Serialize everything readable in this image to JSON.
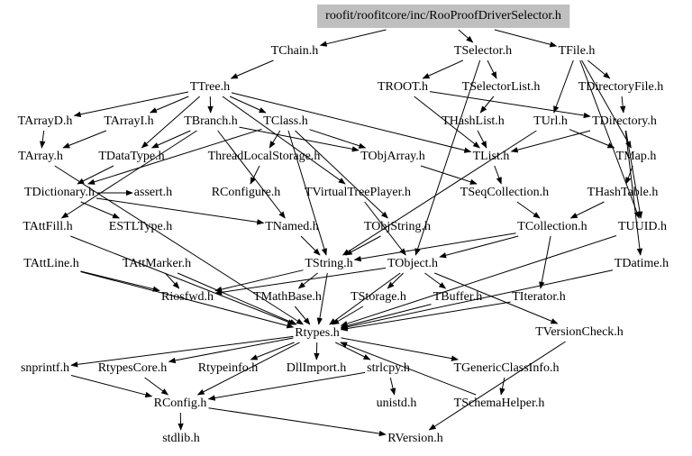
{
  "diagram": {
    "root": "roofit/roofitcore/inc/RooProofDriverSelector.h",
    "colors": {
      "root_fill": "#bfbfbf",
      "edge": "#000000",
      "background": "#ffffff"
    },
    "nodes": {
      "root": "roofit/roofitcore/inc/RooProofDriverSelector.h",
      "TChain": "TChain.h",
      "TSelector": "TSelector.h",
      "TFile": "TFile.h",
      "TTree": "TTree.h",
      "TROOT": "TROOT.h",
      "TSelectorList": "TSelectorList.h",
      "TDirectoryFile": "TDirectoryFile.h",
      "TArrayD": "TArrayD.h",
      "TArrayI": "TArrayI.h",
      "TBranch": "TBranch.h",
      "TClass": "TClass.h",
      "THashList": "THashList.h",
      "TUrl": "TUrl.h",
      "TDirectory": "TDirectory.h",
      "TArray": "TArray.h",
      "TDataType": "TDataType.h",
      "ThreadLocalStorage": "ThreadLocalStorage.h",
      "TObjArray": "TObjArray.h",
      "TList": "TList.h",
      "TMap": "TMap.h",
      "TDictionary": "TDictionary.h",
      "assert": "assert.h",
      "RConfigure": "RConfigure.h",
      "TVirtualTreePlayer": "TVirtualTreePlayer.h",
      "TSeqCollection": "TSeqCollection.h",
      "THashTable": "THashTable.h",
      "TAttFill": "TAttFill.h",
      "ESTLType": "ESTLType.h",
      "TNamed": "TNamed.h",
      "TObjString": "TObjString.h",
      "TCollection": "TCollection.h",
      "TUUID": "TUUID.h",
      "TAttLine": "TAttLine.h",
      "TAttMarker": "TAttMarker.h",
      "TString": "TString.h",
      "TObject": "TObject.h",
      "TDatime": "TDatime.h",
      "Riosfwd": "Riosfwd.h",
      "TMathBase": "TMathBase.h",
      "TStorage": "TStorage.h",
      "TBuffer": "TBuffer.h",
      "TIterator": "TIterator.h",
      "Rtypes": "Rtypes.h",
      "TVersionCheck": "TVersionCheck.h",
      "snprintf": "snprintf.h",
      "RtypesCore": "RtypesCore.h",
      "Rtypeinfo": "Rtypeinfo.h",
      "DllImport": "DllImport.h",
      "strlcpy": "strlcpy.h",
      "TGenericClassInfo": "TGenericClassInfo.h",
      "RConfig": "RConfig.h",
      "unistd": "unistd.h",
      "TSchemaHelper": "TSchemaHelper.h",
      "stdlib": "stdlib.h",
      "RVersion": "RVersion.h"
    },
    "edges": [
      [
        "root",
        "TChain"
      ],
      [
        "root",
        "TSelector"
      ],
      [
        "root",
        "TFile"
      ],
      [
        "TChain",
        "TTree"
      ],
      [
        "TSelector",
        "TROOT"
      ],
      [
        "TSelector",
        "TSelectorList"
      ],
      [
        "TSelector",
        "TObject"
      ],
      [
        "TFile",
        "TDirectoryFile"
      ],
      [
        "TFile",
        "TUrl"
      ],
      [
        "TFile",
        "TMap"
      ],
      [
        "TFile",
        "TUUID"
      ],
      [
        "TTree",
        "TArrayD"
      ],
      [
        "TTree",
        "TArrayI"
      ],
      [
        "TTree",
        "TBranch"
      ],
      [
        "TTree",
        "TClass"
      ],
      [
        "TTree",
        "TList"
      ],
      [
        "TTree",
        "TVirtualTreePlayer"
      ],
      [
        "TTree",
        "TDataType"
      ],
      [
        "TROOT",
        "TDirectory"
      ],
      [
        "TROOT",
        "TList"
      ],
      [
        "TSelectorList",
        "THashList"
      ],
      [
        "TDirectoryFile",
        "TDirectory"
      ],
      [
        "TArrayD",
        "TArray"
      ],
      [
        "TArrayI",
        "TArray"
      ],
      [
        "TBranch",
        "TNamed"
      ],
      [
        "TBranch",
        "TObjArray"
      ],
      [
        "TBranch",
        "TAttFill"
      ],
      [
        "TBranch",
        "TDataType"
      ],
      [
        "TClass",
        "TObjArray"
      ],
      [
        "TClass",
        "TDictionary"
      ],
      [
        "TClass",
        "ThreadLocalStorage"
      ],
      [
        "TClass",
        "TObjString"
      ],
      [
        "TClass",
        "TString"
      ],
      [
        "THashList",
        "TList"
      ],
      [
        "TUrl",
        "TMap"
      ],
      [
        "TUrl",
        "TString"
      ],
      [
        "TDirectory",
        "TList"
      ],
      [
        "TDirectory",
        "TDatime"
      ],
      [
        "TDirectory",
        "TUUID"
      ],
      [
        "TArray",
        "Rtypes"
      ],
      [
        "TDataType",
        "TDictionary"
      ],
      [
        "ThreadLocalStorage",
        "RConfigure"
      ],
      [
        "TObjArray",
        "TSeqCollection"
      ],
      [
        "TList",
        "TSeqCollection"
      ],
      [
        "TMap",
        "THashTable"
      ],
      [
        "TDictionary",
        "TNamed"
      ],
      [
        "TDictionary",
        "ESTLType"
      ],
      [
        "TDictionary",
        "assert"
      ],
      [
        "TVirtualTreePlayer",
        "TObject"
      ],
      [
        "TSeqCollection",
        "TCollection"
      ],
      [
        "THashTable",
        "TCollection"
      ],
      [
        "TNamed",
        "TString"
      ],
      [
        "TObjString",
        "TString"
      ],
      [
        "TCollection",
        "TObject"
      ],
      [
        "TCollection",
        "TIterator"
      ],
      [
        "TCollection",
        "TString"
      ],
      [
        "TUUID",
        "Rtypes"
      ],
      [
        "TAttFill",
        "Rtypes"
      ],
      [
        "TAttLine",
        "Riosfwd"
      ],
      [
        "TAttLine",
        "Rtypes"
      ],
      [
        "TAttMarker",
        "Riosfwd"
      ],
      [
        "TAttMarker",
        "Rtypes"
      ],
      [
        "TString",
        "Riosfwd"
      ],
      [
        "TString",
        "TMathBase"
      ],
      [
        "TString",
        "Rtypes"
      ],
      [
        "TObject",
        "Riosfwd"
      ],
      [
        "TObject",
        "TStorage"
      ],
      [
        "TObject",
        "TBuffer"
      ],
      [
        "TObject",
        "Rtypes"
      ],
      [
        "TObject",
        "TVersionCheck"
      ],
      [
        "TDatime",
        "Rtypes"
      ],
      [
        "TMathBase",
        "Rtypes"
      ],
      [
        "TStorage",
        "Rtypes"
      ],
      [
        "TBuffer",
        "Rtypes"
      ],
      [
        "TIterator",
        "Rtypes"
      ],
      [
        "TVersionCheck",
        "RVersion"
      ],
      [
        "Rtypes",
        "snprintf"
      ],
      [
        "Rtypes",
        "RtypesCore"
      ],
      [
        "Rtypes",
        "Rtypeinfo"
      ],
      [
        "Rtypes",
        "DllImport"
      ],
      [
        "Rtypes",
        "strlcpy"
      ],
      [
        "Rtypes",
        "TGenericClassInfo"
      ],
      [
        "Rtypes",
        "RConfig"
      ],
      [
        "snprintf",
        "RConfig"
      ],
      [
        "RtypesCore",
        "RConfig"
      ],
      [
        "strlcpy",
        "RConfig"
      ],
      [
        "strlcpy",
        "unistd"
      ],
      [
        "TGenericClassInfo",
        "TSchemaHelper"
      ],
      [
        "TSchemaHelper",
        "Rtypes"
      ],
      [
        "RConfig",
        "stdlib"
      ],
      [
        "RConfig",
        "RVersion"
      ]
    ]
  }
}
